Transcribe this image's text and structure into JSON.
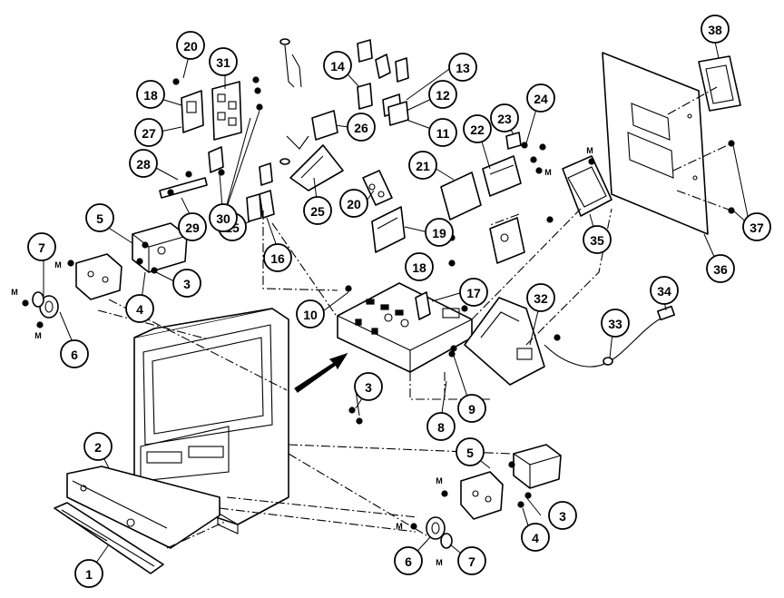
{
  "diagram": {
    "callouts": [
      {
        "id": "c1",
        "label": "1"
      },
      {
        "id": "c2",
        "label": "2"
      },
      {
        "id": "c3a",
        "label": "3"
      },
      {
        "id": "c3b",
        "label": "3"
      },
      {
        "id": "c3c",
        "label": "3"
      },
      {
        "id": "c4a",
        "label": "4"
      },
      {
        "id": "c4b",
        "label": "4"
      },
      {
        "id": "c5a",
        "label": "5"
      },
      {
        "id": "c5b",
        "label": "5"
      },
      {
        "id": "c6a",
        "label": "6"
      },
      {
        "id": "c6b",
        "label": "6"
      },
      {
        "id": "c7a",
        "label": "7"
      },
      {
        "id": "c7b",
        "label": "7"
      },
      {
        "id": "c8",
        "label": "8"
      },
      {
        "id": "c9",
        "label": "9"
      },
      {
        "id": "c10",
        "label": "10"
      },
      {
        "id": "c11",
        "label": "11"
      },
      {
        "id": "c12",
        "label": "12"
      },
      {
        "id": "c13",
        "label": "13"
      },
      {
        "id": "c14",
        "label": "14"
      },
      {
        "id": "c15",
        "label": "15"
      },
      {
        "id": "c16",
        "label": "16"
      },
      {
        "id": "c17",
        "label": "17"
      },
      {
        "id": "c18a",
        "label": "18"
      },
      {
        "id": "c18b",
        "label": "18"
      },
      {
        "id": "c19",
        "label": "19"
      },
      {
        "id": "c20a",
        "label": "20"
      },
      {
        "id": "c20b",
        "label": "20"
      },
      {
        "id": "c21",
        "label": "21"
      },
      {
        "id": "c22",
        "label": "22"
      },
      {
        "id": "c23",
        "label": "23"
      },
      {
        "id": "c24",
        "label": "24"
      },
      {
        "id": "c25",
        "label": "25"
      },
      {
        "id": "c26",
        "label": "26"
      },
      {
        "id": "c27",
        "label": "27"
      },
      {
        "id": "c28",
        "label": "28"
      },
      {
        "id": "c29",
        "label": "29"
      },
      {
        "id": "c30",
        "label": "30"
      },
      {
        "id": "c31",
        "label": "31"
      },
      {
        "id": "c32",
        "label": "32"
      },
      {
        "id": "c33",
        "label": "33"
      },
      {
        "id": "c34",
        "label": "34"
      },
      {
        "id": "c35",
        "label": "35"
      },
      {
        "id": "c36",
        "label": "36"
      },
      {
        "id": "c37",
        "label": "37"
      },
      {
        "id": "c38",
        "label": "38"
      }
    ],
    "small_tag": "M"
  }
}
